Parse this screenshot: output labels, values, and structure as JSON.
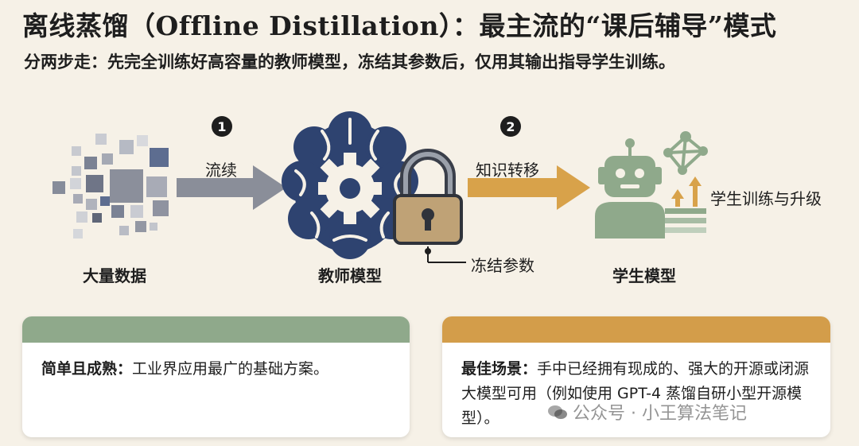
{
  "title": "离线蒸馏（Offline Distillation）：最主流的“课后辅导”模式",
  "subtitle": "分两步走：先完全训练好高容量的教师模型，冻结其参数后，仅用其输出指导学生训练。",
  "diagram": {
    "step1": {
      "number": "1",
      "arrow_label": "流续"
    },
    "step2": {
      "number": "2",
      "arrow_label": "知识转移"
    },
    "nodes": {
      "data": "大量数据",
      "teacher": "教师模型",
      "freeze": "冻结参数",
      "student": "学生模型",
      "upgrade": "学生训练与升级"
    }
  },
  "cards": {
    "left": {
      "heading": "简单且成熟",
      "text": "工业界应用最广的基础方案。"
    },
    "right": {
      "heading": "最佳场景",
      "text": "手中已经拥有现成的、强大的开源或闭源大模型可用（例如使用 GPT-4 蒸馏自研小型开源模型）。"
    }
  },
  "watermark": "公众号 · 小王算法笔记",
  "colors": {
    "background": "#f6f1e7",
    "green_band": "#8fa98b",
    "gold_band": "#d39d4a",
    "gray_arrow": "#8a8e99",
    "gold_arrow": "#d8a24a",
    "navy": "#2e4370",
    "sage": "#8fa98b"
  }
}
